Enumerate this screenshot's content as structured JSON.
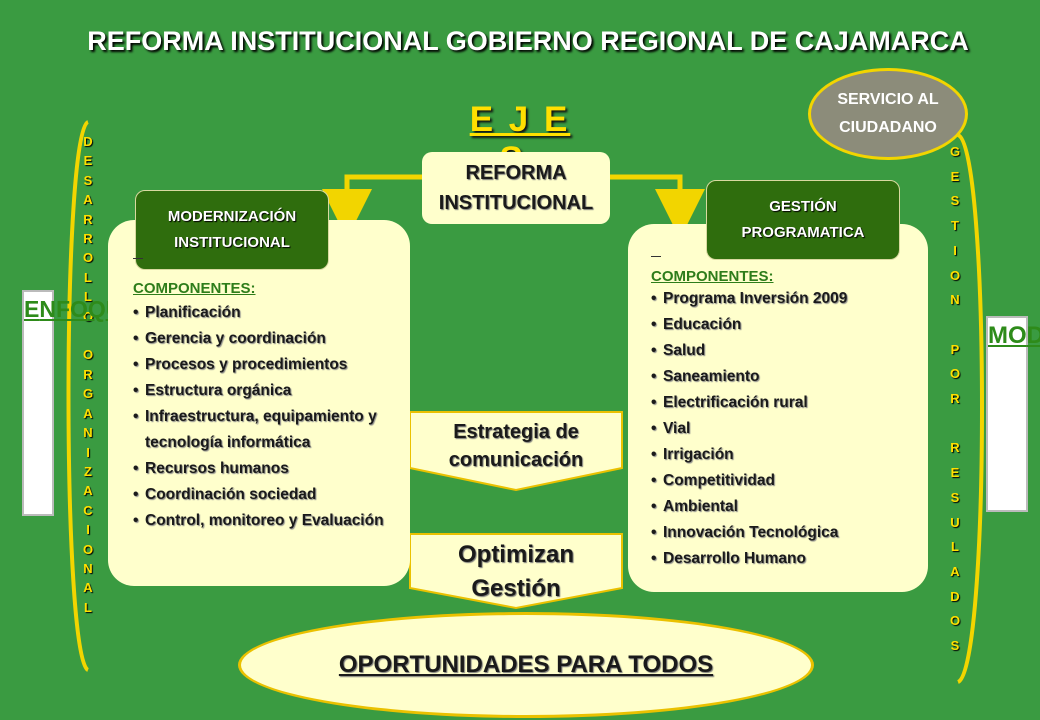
{
  "title": "REFORMA INSTITUCIONAL GOBIERNO REGIONAL DE CAJAMARCA",
  "ejes": "E J E S:",
  "servicio": [
    "SERVICIO AL",
    "CIUDADANO"
  ],
  "reforma": [
    "REFORMA",
    "INSTITUCIONAL"
  ],
  "left_vertical": [
    "D",
    "E",
    "S",
    "A",
    "R",
    "R",
    "O",
    "L",
    "L",
    "O",
    "",
    "O",
    "R",
    "G",
    "A",
    "N",
    "I",
    "Z",
    "A",
    "C",
    "I",
    "O",
    "N",
    "A",
    "L"
  ],
  "right_vertical": [
    "G",
    "E",
    "S",
    "T",
    "I",
    "O",
    "N",
    "",
    "P",
    "O",
    "R",
    "",
    "R",
    "E",
    "S",
    "U",
    "L",
    "A",
    "D",
    "O",
    "S"
  ],
  "enfoque": [
    "E",
    "N",
    "F",
    "O",
    "Q",
    "U",
    "E"
  ],
  "modelo": [
    "M",
    "O",
    "D",
    "E",
    "L",
    "O"
  ],
  "left_panel": {
    "header": [
      "MODERNIZACIÓN",
      "INSTITUCIONAL"
    ],
    "components_label": "COMPONENTES:",
    "items": [
      "Planificación",
      "Gerencia y coordinación",
      "Procesos y procedimientos",
      "Estructura orgánica",
      "Infraestructura, equipamiento y tecnología informática",
      "Recursos humanos",
      "Coordinación sociedad",
      "Control, monitoreo y Evaluación"
    ]
  },
  "right_panel": {
    "header": [
      "GESTIÓN",
      "PROGRAMATICA"
    ],
    "components_label": "COMPONENTES:",
    "items": [
      "Programa Inversión 2009",
      "Educación",
      "Salud",
      "Saneamiento",
      "Electrificación rural",
      "Vial",
      "Irrigación",
      "Competitividad",
      "Ambiental",
      "Innovación Tecnológica",
      "Desarrollo Humano"
    ]
  },
  "estrategia": [
    "Estrategia de",
    "comunicación"
  ],
  "optimizan": [
    "Optimizan",
    "Gestión"
  ],
  "oportunidades": "OPORTUNIDADES PARA TODOS",
  "colors": {
    "background": "#3a9b41",
    "accent_yellow": "#ffe000",
    "panel_fill": "#ffffcc",
    "header_green": "#2f6d0d"
  }
}
